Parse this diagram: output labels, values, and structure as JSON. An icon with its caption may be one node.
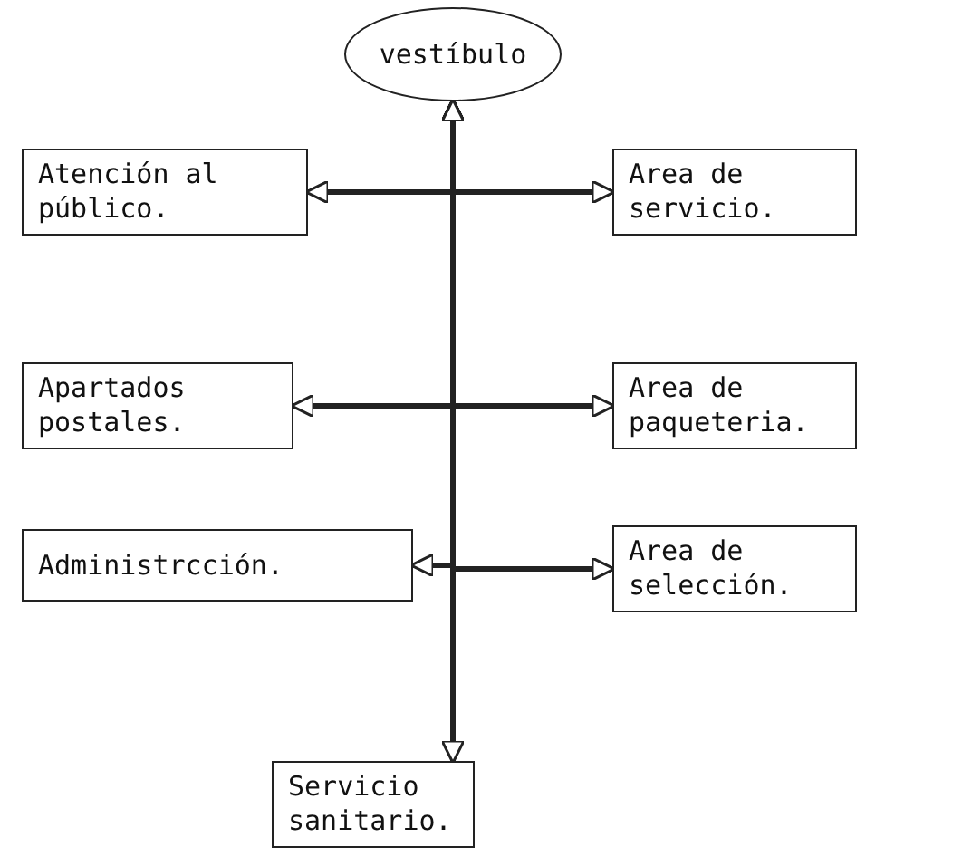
{
  "diagram": {
    "nodes": [
      {
        "text": [
          "vestíbulo"
        ]
      },
      {
        "text": [
          "Atención al público."
        ]
      },
      {
        "text": [
          "Area de servicio."
        ]
      },
      {
        "text": [
          "Apartados postales."
        ]
      },
      {
        "text": [
          "Area de paqueteria."
        ]
      },
      {
        "text": [
          "Administrcción."
        ]
      },
      {
        "text": [
          "Area de selección."
        ]
      },
      {
        "text": [
          "Servicio sanitario."
        ]
      }
    ],
    "edges": [
      {
        "from": 0,
        "to": 7,
        "arrow": "both"
      },
      {
        "from": 0,
        "to": 1,
        "arrow": "both"
      },
      {
        "from": 0,
        "to": 2,
        "arrow": "both"
      },
      {
        "from": 0,
        "to": 3,
        "arrow": "both"
      },
      {
        "from": 0,
        "to": 4,
        "arrow": "both"
      },
      {
        "from": 0,
        "to": 5,
        "arrow": "both"
      },
      {
        "from": 0,
        "to": 6,
        "arrow": "both"
      }
    ]
  }
}
